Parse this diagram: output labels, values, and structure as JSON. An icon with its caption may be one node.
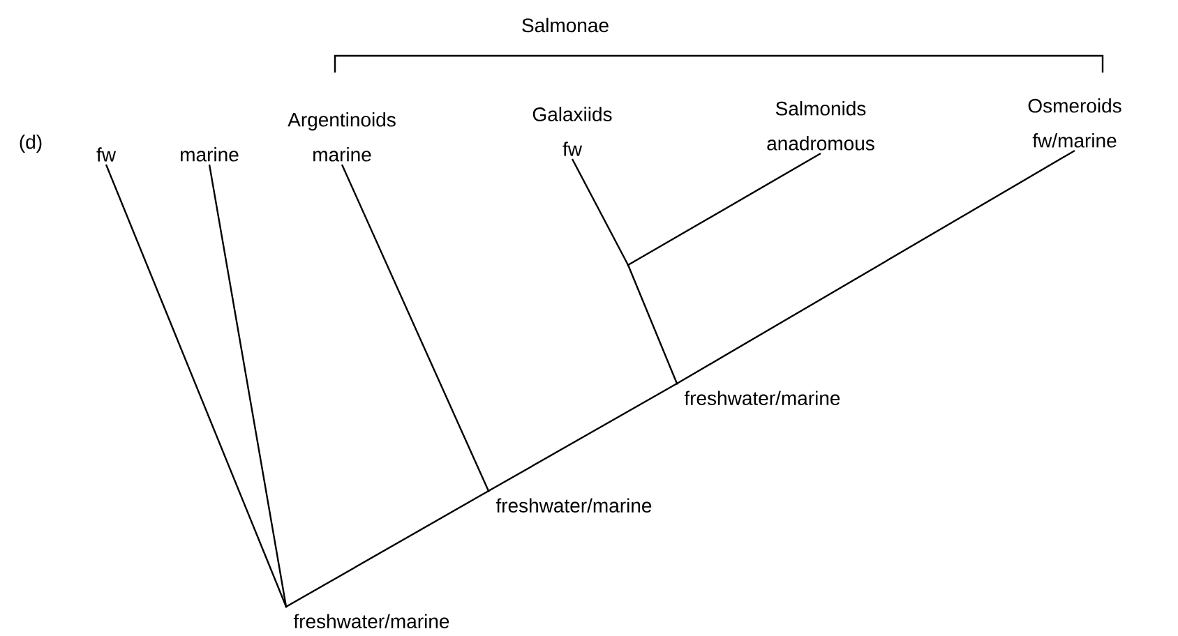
{
  "diagram": {
    "nodes": [
      {
        "text": [
          "fw"
        ]
      },
      {
        "text": [
          "marine"
        ]
      },
      {
        "text": [
          "Argentinoids",
          "marine"
        ]
      },
      {
        "text": [
          "Galaxiids",
          "fw"
        ]
      },
      {
        "text": [
          "Salmonids",
          "anadromous"
        ]
      },
      {
        "text": [
          "Osmeroids",
          "fw/marine"
        ]
      },
      {
        "text": [],
        "shape": "point",
        "beside": [
          "freshwater/marine"
        ]
      },
      {
        "text": [],
        "shape": "point",
        "beside": [
          "freshwater/marine"
        ]
      },
      {
        "text": [],
        "shape": "point",
        "beside": [
          "freshwater/marine"
        ]
      },
      {
        "text": [],
        "shape": "point"
      }
    ],
    "edges": [
      {
        "from": 0,
        "to": 6,
        "arrow": "none"
      },
      {
        "from": 1,
        "to": 6,
        "arrow": "none"
      },
      {
        "from": 6,
        "to": 7,
        "arrow": "none"
      },
      {
        "from": 2,
        "to": 7,
        "arrow": "none"
      },
      {
        "from": 7,
        "to": 8,
        "arrow": "none"
      },
      {
        "from": 8,
        "to": 9,
        "arrow": "none"
      },
      {
        "from": 3,
        "to": 9,
        "arrow": "none"
      },
      {
        "from": 4,
        "to": 9,
        "arrow": "none"
      },
      {
        "from": 8,
        "to": 5,
        "arrow": "none"
      }
    ],
    "labels": [
      "(d)",
      "Salmonae"
    ]
  }
}
